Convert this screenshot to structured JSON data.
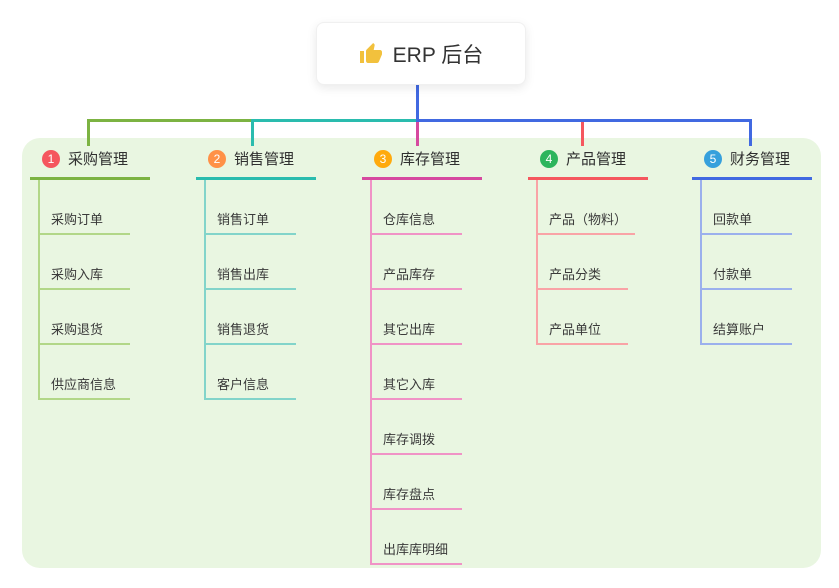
{
  "root": {
    "title": "ERP 后台",
    "icon": "thumbs-up-icon",
    "icon_color": "#f2c13d"
  },
  "panel": {
    "background": "#e9f6e1"
  },
  "root_connector_color": "#4169e1",
  "branches": [
    {
      "index": "1",
      "label": "采购管理",
      "badge_color": "#f5565e",
      "line_color": "#7cb342",
      "light_color": "#b2d788",
      "items": [
        "采购订单",
        "采购入库",
        "采购退货",
        "供应商信息"
      ]
    },
    {
      "index": "2",
      "label": "销售管理",
      "badge_color": "#ff9147",
      "line_color": "#2abcae",
      "light_color": "#82d4ca",
      "items": [
        "销售订单",
        "销售出库",
        "销售退货",
        "客户信息"
      ]
    },
    {
      "index": "3",
      "label": "库存管理",
      "badge_color": "#ffaa0d",
      "line_color": "#d6499f",
      "light_color": "#f093c6",
      "items": [
        "仓库信息",
        "产品库存",
        "其它出库",
        "其它入库",
        "库存调拨",
        "库存盘点",
        "出库库明细"
      ]
    },
    {
      "index": "4",
      "label": "产品管理",
      "badge_color": "#2db55d",
      "line_color": "#f5575e",
      "light_color": "#f9a3a6",
      "items": [
        "产品（物料）",
        "产品分类",
        "产品单位"
      ]
    },
    {
      "index": "5",
      "label": "财务管理",
      "badge_color": "#36a0dc",
      "line_color": "#4169e1",
      "light_color": "#9bb0ed",
      "items": [
        "回款单",
        "付款单",
        "结算账户"
      ]
    }
  ]
}
